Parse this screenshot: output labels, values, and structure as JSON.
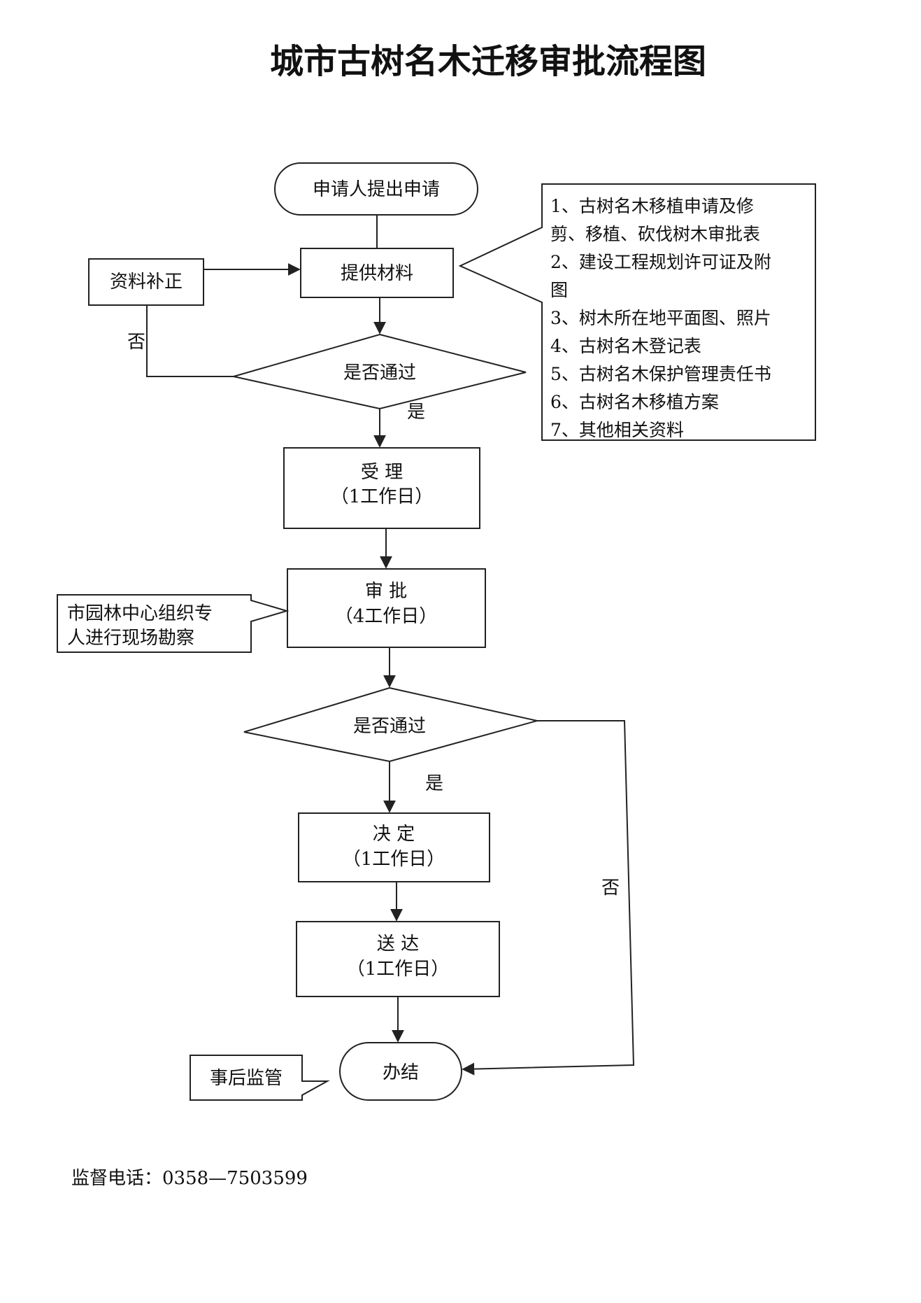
{
  "title": "城市古树名木迁移审批流程图",
  "nodes": {
    "start": "申请人提出申请",
    "provide": "提供材料",
    "supplement": "资料补正",
    "check1": "是否通过",
    "accept": {
      "label": "受  理",
      "days": "（1工作日）"
    },
    "approve": {
      "label": "审  批",
      "days": "（4工作日）"
    },
    "check2": "是否通过",
    "decide": {
      "label": "决  定",
      "days": "（1工作日）"
    },
    "deliver": {
      "label": "送  达",
      "days": "（1工作日）"
    },
    "finish": "办结"
  },
  "edge_labels": {
    "no1": "否",
    "yes1": "是",
    "yes2": "是",
    "no2": "否"
  },
  "notes": {
    "requirements": [
      "1、古树名木移植申请及修",
      "剪、移植、砍伐树木审批表",
      "2、建设工程规划许可证及附",
      "图",
      "3、树木所在地平面图、照片",
      "4、古树名木登记表",
      "5、古树名木保护管理责任书",
      "6、古树名木移植方案",
      "7、其他相关资料"
    ],
    "survey": [
      "市园林中心组织专",
      "人进行现场勘察"
    ],
    "supervision": "事后监管"
  },
  "footer": "监督电话：0358—7503599"
}
